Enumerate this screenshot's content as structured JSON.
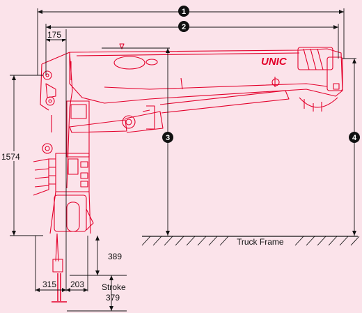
{
  "brand": "UNIC",
  "callouts": [
    "1",
    "2",
    "3",
    "4"
  ],
  "dimensions": {
    "d175": "175",
    "d1574": "1574",
    "d389": "389",
    "d315": "315",
    "d203": "203",
    "stroke_label": "Stroke",
    "stroke_value": "379"
  },
  "ground_label": "Truck Frame",
  "colors": {
    "background": "#fbe3ea",
    "crane_line": "#e3002b",
    "dimension_line": "#111111"
  }
}
